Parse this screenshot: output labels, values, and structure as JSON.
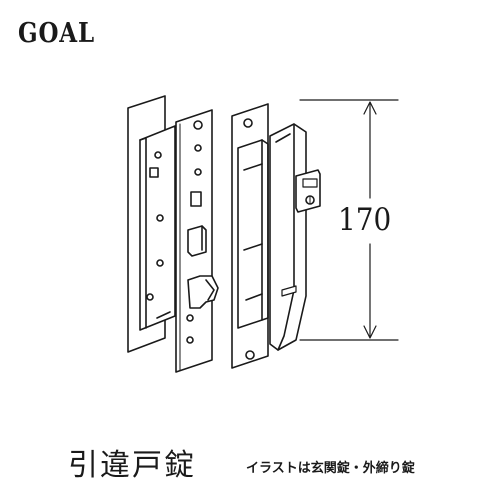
{
  "brand": "GOAL",
  "dimension_label": "170",
  "product_name": "引違戸錠",
  "caption": "イラストは玄関錠・外締り錠"
}
